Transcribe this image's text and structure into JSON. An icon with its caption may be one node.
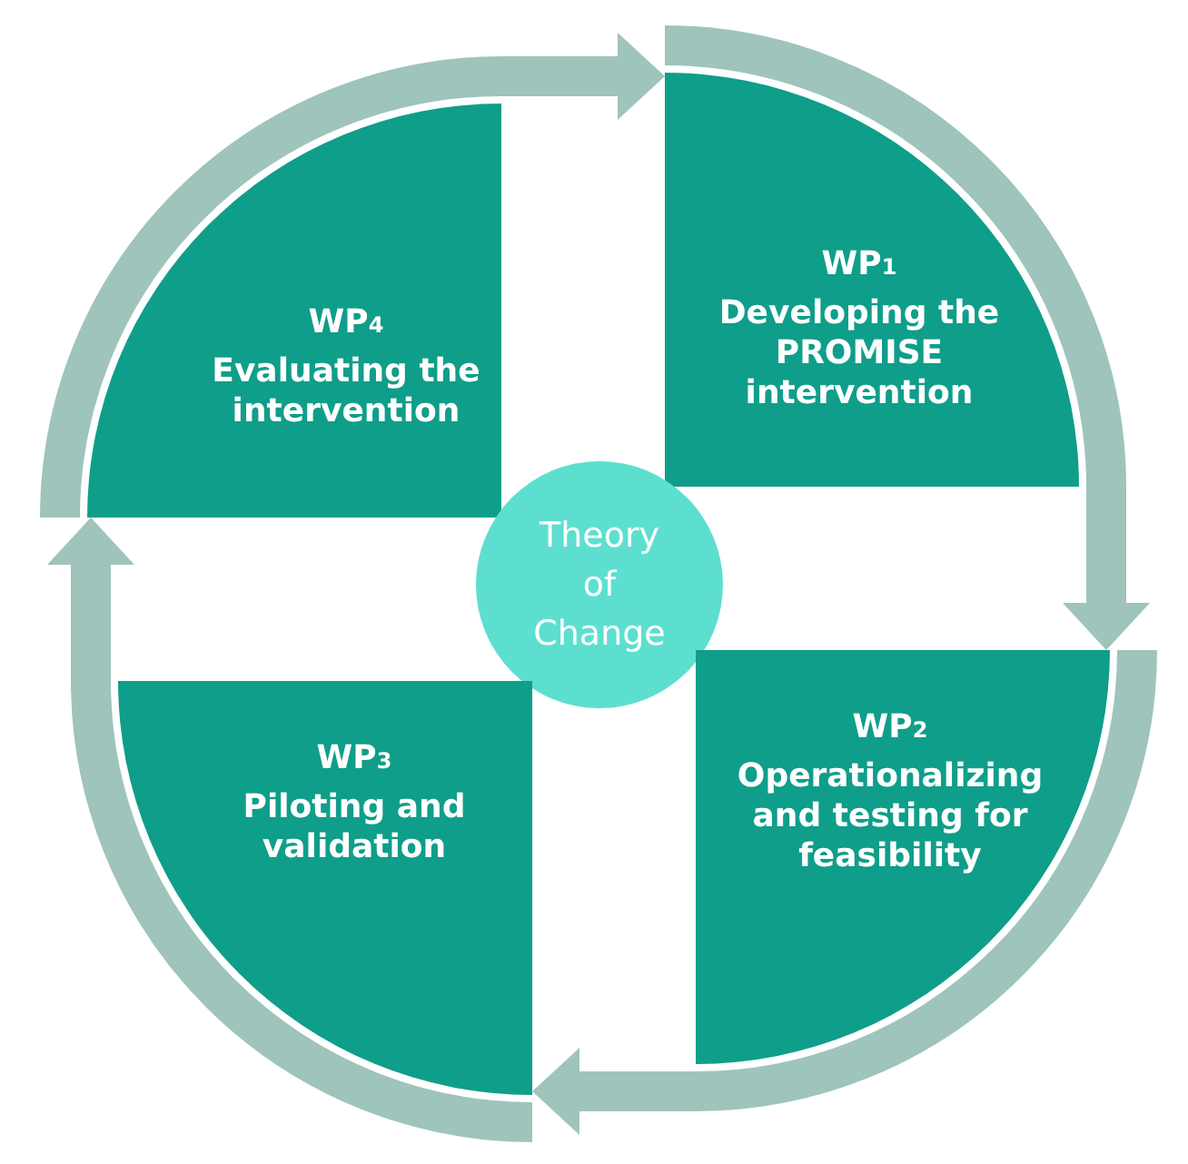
{
  "diagram": {
    "nodes": [
      {
        "text": [
          "WP$_{4}$",
          "Evaluating the intervention"
        ]
      },
      {
        "text": [
          "WP$_{1}$",
          "Developing the PROMISE intervention"
        ]
      },
      {
        "text": [
          "Theory of Change"
        ]
      },
      {
        "text": [
          "WP$_{3}$",
          "Piloting and validation"
        ]
      },
      {
        "text": [
          "WP$_{2}$",
          "Operationalizing and testing for feasibility"
        ]
      }
    ],
    "edges": [
      {
        "from": 0,
        "to": 1,
        "arrow": "to"
      },
      {
        "from": 1,
        "to": 4,
        "arrow": "to"
      },
      {
        "from": 4,
        "to": 3,
        "arrow": "to"
      },
      {
        "from": 3,
        "to": 0,
        "arrow": "to"
      }
    ]
  }
}
